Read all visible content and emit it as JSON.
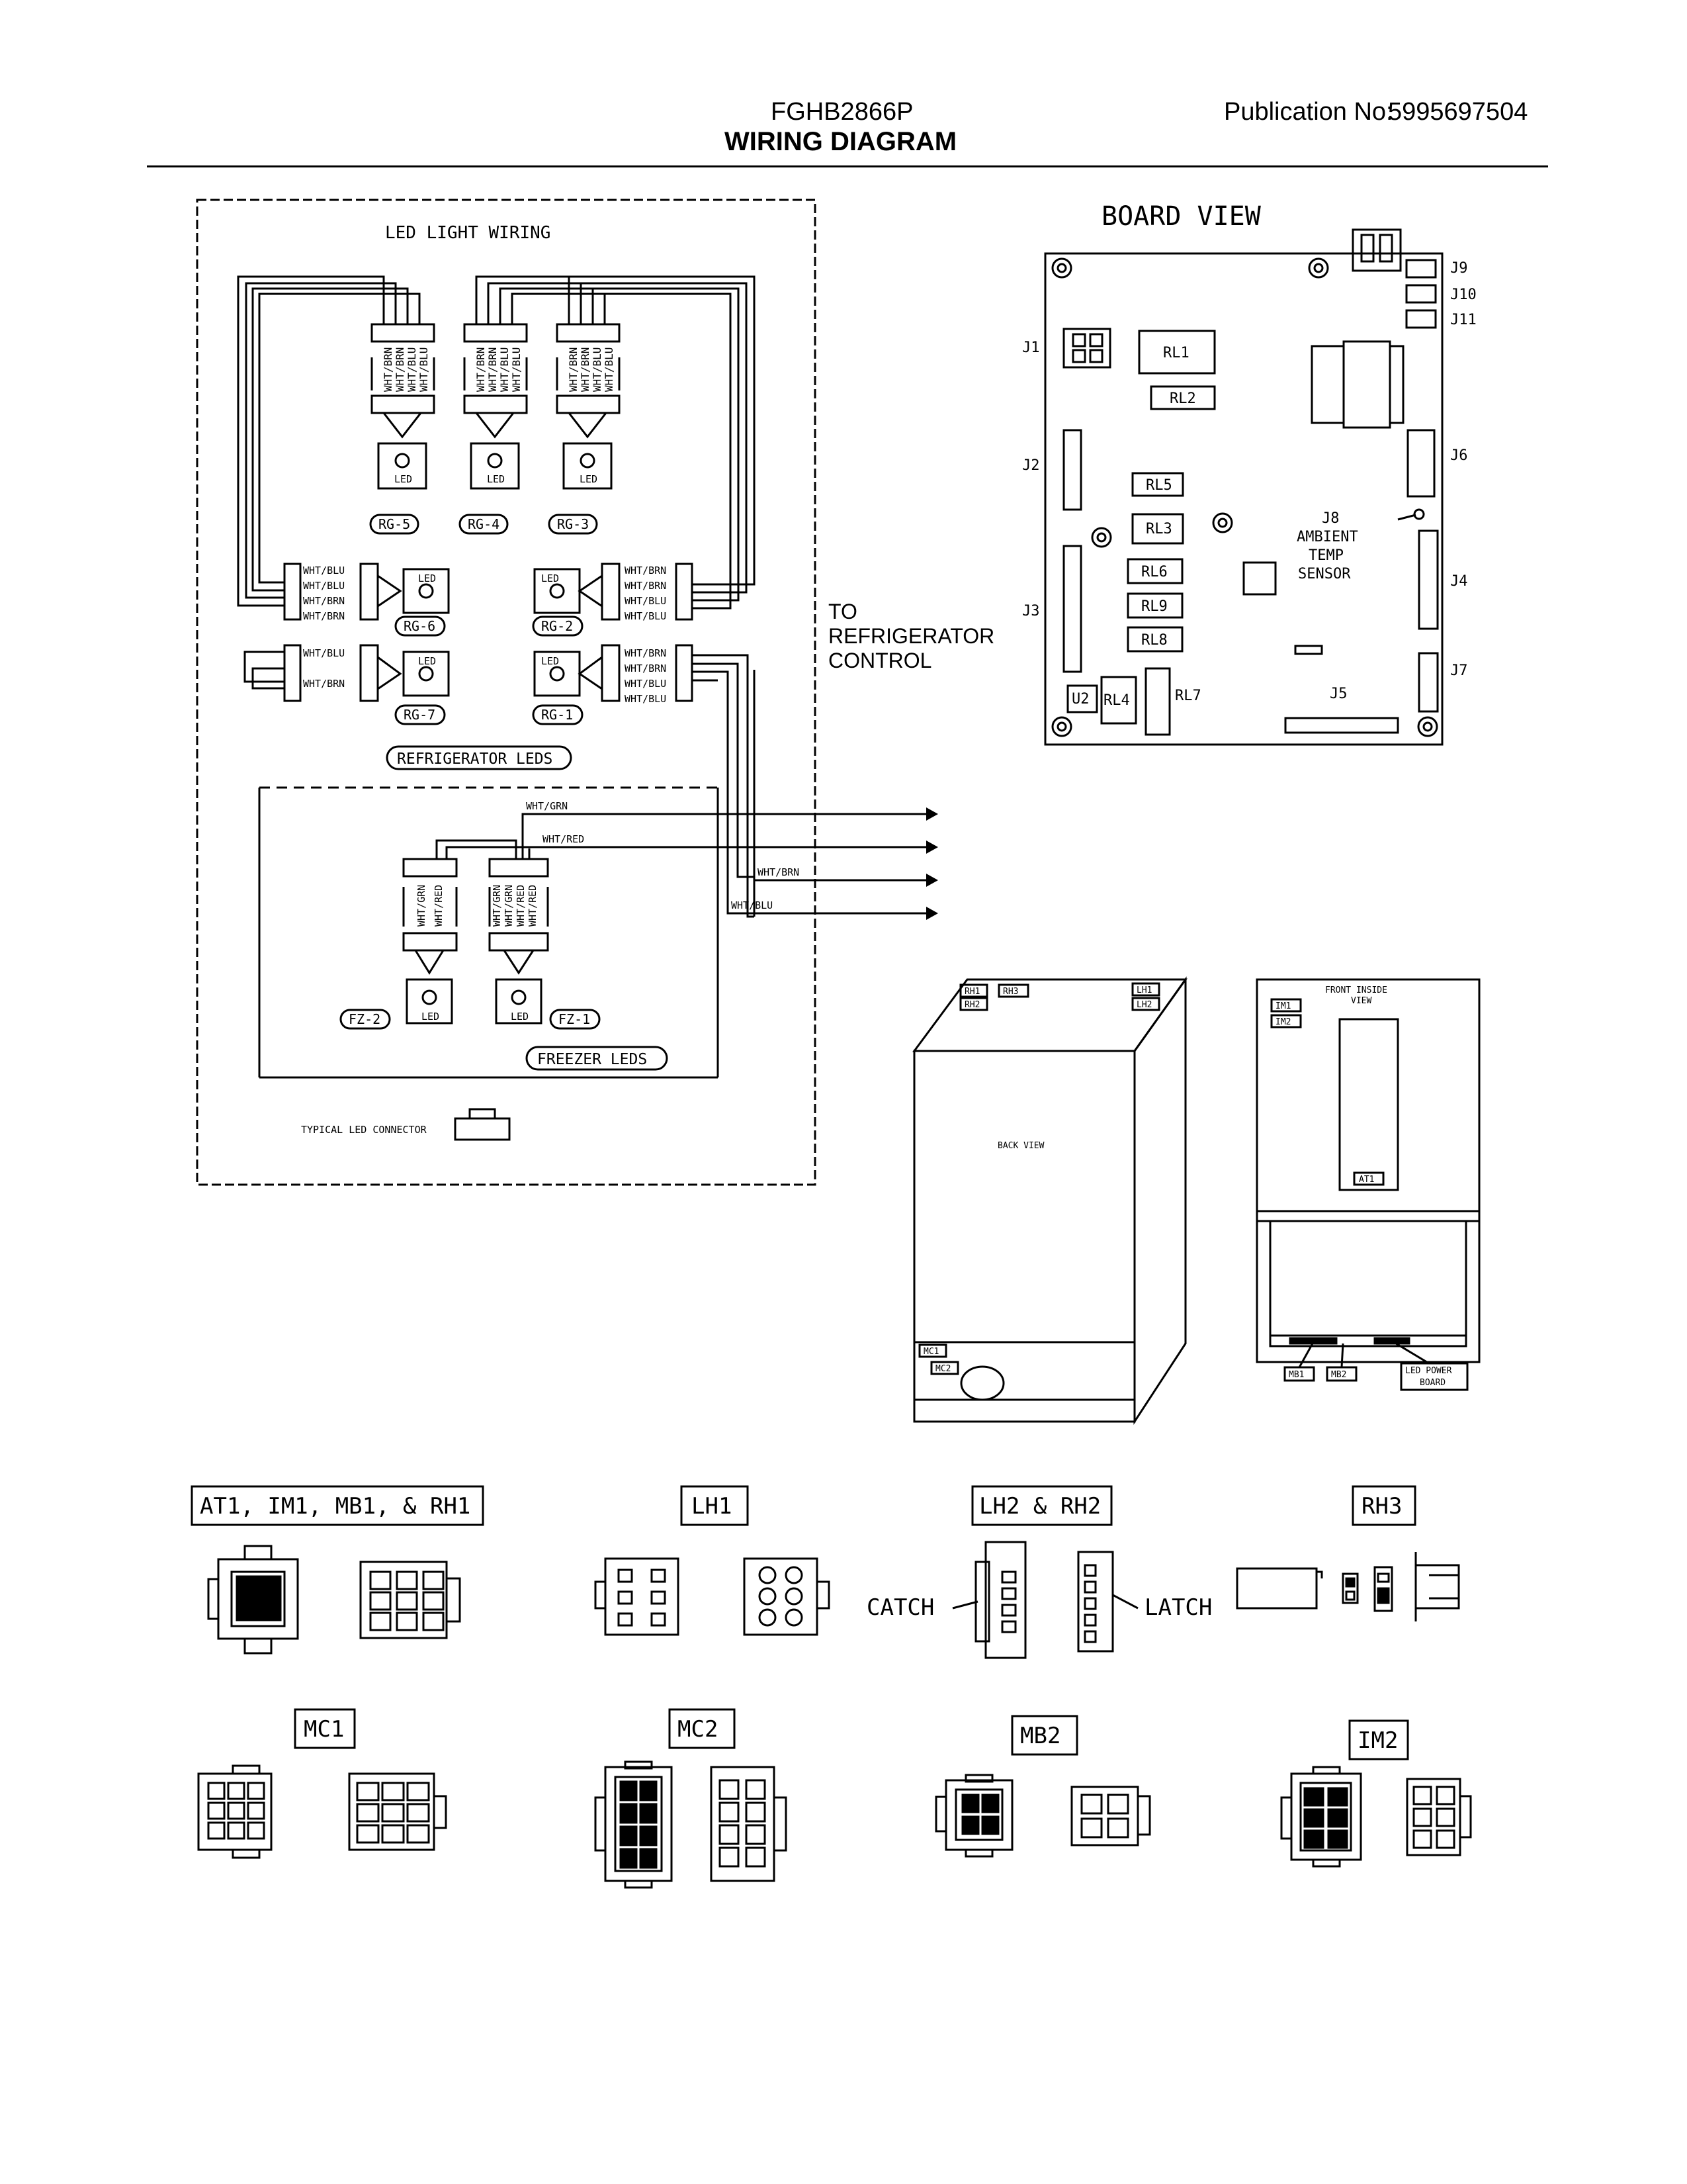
{
  "header": {
    "model": "FGHB2866P",
    "publication_label": "Publication No:",
    "publication_number": "5995697504",
    "title": "WIRING DIAGRAM"
  },
  "led_wiring": {
    "title": "LED LIGHT WIRING",
    "to_control": [
      "TO",
      "REFRIGERATOR",
      "CONTROL"
    ],
    "top_wire_labels": [
      "WHT/BRN",
      "WHT/BRN",
      "WHT/BLU",
      "WHT/BLU"
    ],
    "top_leds": [
      "RG-5",
      "RG-4",
      "RG-3"
    ],
    "left_leds_top": "RG-6",
    "left_leds_bottom": "RG-7",
    "right_leds_top": "RG-2",
    "right_leds_bottom": "RG-1",
    "left_conn_top_labels": [
      "WHT/BLU",
      "WHT/BLU",
      "WHT/BRN",
      "WHT/BRN"
    ],
    "left_conn_bottom_labels": [
      "WHT/BLU",
      "WHT/BRN"
    ],
    "right_conn_labels": [
      "WHT/BRN",
      "WHT/BRN",
      "WHT/BLU",
      "WHT/BLU"
    ],
    "led_label": "LED",
    "refrigerator_leds": "REFRIGERATOR LEDS",
    "freezer_leds": "FREEZER LEDS",
    "freezer_leds_ids": [
      "FZ-2",
      "FZ-1"
    ],
    "output_wires": [
      "WHT/GRN",
      "WHT/RED",
      "WHT/BRN",
      "WHT/BLU"
    ],
    "fz2_wires": [
      "WHT/GRN",
      "WHT/RED"
    ],
    "fz1_wires": [
      "WHT/GRN",
      "WHT/GRN",
      "WHT/RED",
      "WHT/RED"
    ],
    "typical_connector": "TYPICAL LED CONNECTOR"
  },
  "board_view": {
    "title": "BOARD VIEW",
    "relays": [
      "RL1",
      "RL2",
      "RL5",
      "RL3",
      "RL6",
      "RL9",
      "RL8",
      "RL4",
      "RL7"
    ],
    "connectors": [
      "J1",
      "J2",
      "J3",
      "J4",
      "J5",
      "J6",
      "J7",
      "J8",
      "J9",
      "J10",
      "J11"
    ],
    "u2": "U2",
    "sensor": [
      "AMBIENT",
      "TEMP",
      "SENSOR"
    ]
  },
  "cabinet_views": {
    "back_view": "BACK VIEW",
    "front_view": [
      "FRONT INSIDE",
      "VIEW"
    ],
    "back_labels": [
      "RH1",
      "RH3",
      "RH2",
      "LH1",
      "LH2",
      "MC1",
      "MC2"
    ],
    "front_labels": [
      "IM1",
      "IM2",
      "AT1",
      "MB1",
      "MB2"
    ],
    "led_power_board": [
      "LED POWER",
      "BOARD"
    ]
  },
  "connector_titles": [
    "AT1, IM1, MB1, & RH1",
    "LH1",
    "LH2 & RH2",
    "RH3",
    "MC1",
    "MC2",
    "MB2",
    "IM2"
  ],
  "connector_misc": {
    "catch": "CATCH",
    "latch": "LATCH"
  }
}
